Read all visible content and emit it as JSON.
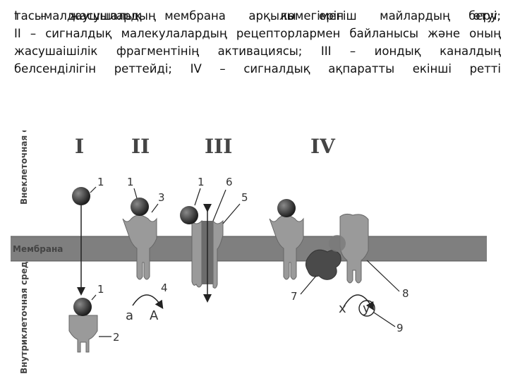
{
  "text": {
    "line1": "I  –  жасушалық  мембрана  арқылы  ерігіш  майлардың  өтуі;",
    "line2": "II – сигналдық малекулалардың рецепторлармен байланысы және оның",
    "line3": "жасушаішілік  фрагментінің  активациясы;  III  –  иондық  каналдың",
    "line4": "белсенділігін  реттейді;  IV  –  сигналдық  ақпаратты  екінші  ретті",
    "line5": "тасымалдаушылардың көмегімен беру."
  },
  "diagram": {
    "roman": [
      "I",
      "II",
      "III",
      "IV"
    ],
    "side_labels": {
      "extracellular": "Внеклеточная среда",
      "membrane": "Мембрана",
      "intracellular": "Внутриклеточная среда"
    },
    "numbers": [
      "1",
      "1",
      "3",
      "1",
      "6",
      "5",
      "1",
      "2",
      "4",
      "7",
      "8",
      "9"
    ],
    "letters": {
      "a": "а",
      "A": "А",
      "x": "х",
      "y": "у"
    },
    "colors": {
      "membrane": "#7f7f7f",
      "receptor": "#9a9a9a",
      "ball": "#2e2e2e",
      "enzyme": "#4a4a4a"
    }
  }
}
